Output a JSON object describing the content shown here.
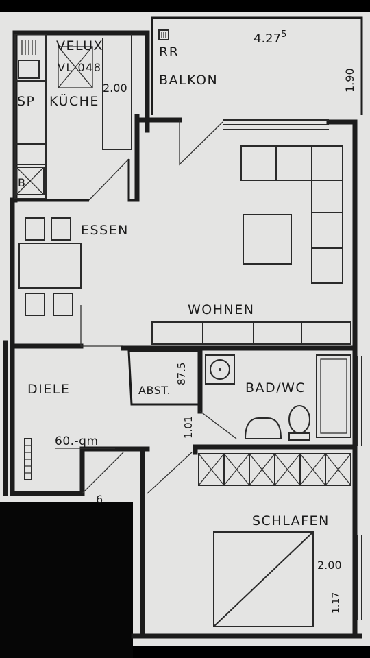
{
  "rooms": {
    "balkon": "BALKON",
    "kueche": "KÜCHE",
    "sp": "SP",
    "essen": "ESSEN",
    "wohnen": "WOHNEN",
    "diele": "DIELE",
    "abst": "ABST.",
    "bad": "BAD/WC",
    "schlafen": "SCHLAFEN"
  },
  "labels": {
    "velux": "VELUX",
    "velux_model": "VL 048",
    "rr": "RR",
    "b": "B",
    "area": "60.-qm"
  },
  "dimensions": {
    "balkon_width": "4.27",
    "balkon_width_sup": "5",
    "balkon_depth": "1.90",
    "kueche_width": "2.00",
    "abst_height": "87.5",
    "bad_door": "1.01",
    "schlafen_width": "2.00",
    "schlafen_depth": "1.17",
    "diele_mark": "6"
  },
  "colors": {
    "paper": "#e6e6e6",
    "ink": "#1c1c1c",
    "frame": "#000000"
  }
}
